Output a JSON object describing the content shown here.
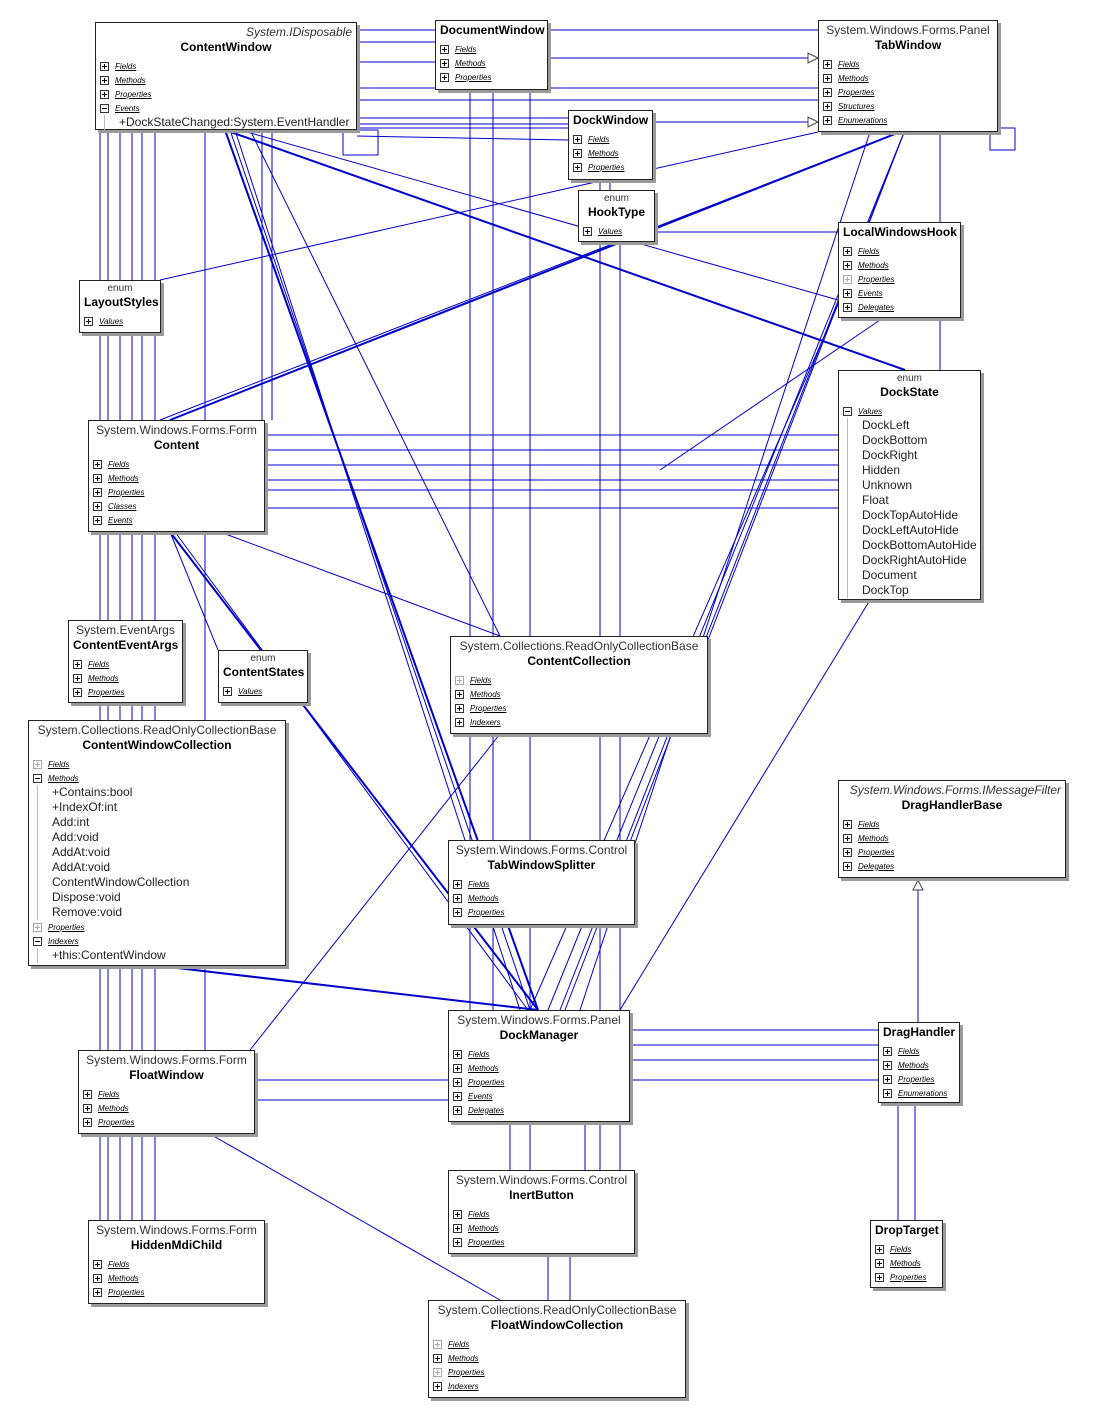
{
  "colors": {
    "wire": "#0000cc",
    "box_border": "#222222",
    "shadow": "#9a9a9a"
  },
  "classes": [
    {
      "id": "ContentWindow",
      "stereotype": "System.IDisposable",
      "stereo_italic": true,
      "name": "ContentWindow",
      "sections": [
        {
          "label": "Fields",
          "state": "plus"
        },
        {
          "label": "Methods",
          "state": "plus"
        },
        {
          "label": "Properties",
          "state": "plus"
        },
        {
          "label": "Events",
          "state": "minus",
          "members": [
            "+DockStateChanged:System.EventHandler"
          ]
        }
      ]
    },
    {
      "id": "DocumentWindow",
      "name": "DocumentWindow",
      "sections": [
        {
          "label": "Fields",
          "state": "plus"
        },
        {
          "label": "Methods",
          "state": "plus"
        },
        {
          "label": "Properties",
          "state": "plus"
        }
      ]
    },
    {
      "id": "TabWindow",
      "stereotype": "System.Windows.Forms.Panel",
      "name": "TabWindow",
      "sections": [
        {
          "label": "Fields",
          "state": "plus"
        },
        {
          "label": "Methods",
          "state": "plus"
        },
        {
          "label": "Properties",
          "state": "plus"
        },
        {
          "label": "Structures",
          "state": "plus"
        },
        {
          "label": "Enumerations",
          "state": "plus"
        }
      ]
    },
    {
      "id": "DockWindow",
      "name": "DockWindow",
      "sections": [
        {
          "label": "Fields",
          "state": "plus"
        },
        {
          "label": "Methods",
          "state": "plus"
        },
        {
          "label": "Properties",
          "state": "plus"
        }
      ]
    },
    {
      "id": "HookType",
      "stereotype": "enum",
      "enum": true,
      "name": "HookType",
      "sections": [
        {
          "label": "Values",
          "state": "plus"
        }
      ]
    },
    {
      "id": "LayoutStyles",
      "stereotype": "enum",
      "enum": true,
      "name": "LayoutStyles",
      "sections": [
        {
          "label": "Values",
          "state": "plus"
        }
      ]
    },
    {
      "id": "LocalWindowsHook",
      "name": "LocalWindowsHook",
      "sections": [
        {
          "label": "Fields",
          "state": "plus"
        },
        {
          "label": "Methods",
          "state": "plus"
        },
        {
          "label": "Properties",
          "state": "grey"
        },
        {
          "label": "Events",
          "state": "plus"
        },
        {
          "label": "Delegates",
          "state": "plus"
        }
      ]
    },
    {
      "id": "DockState",
      "stereotype": "enum",
      "enum": true,
      "name": "DockState",
      "sections": [
        {
          "label": "Values",
          "state": "minus",
          "members": [
            "DockLeft",
            "DockBottom",
            "DockRight",
            "Hidden",
            "Unknown",
            "Float",
            "DockTopAutoHide",
            "DockLeftAutoHide",
            "DockBottomAutoHide",
            "DockRightAutoHide",
            "Document",
            "DockTop"
          ]
        }
      ]
    },
    {
      "id": "Content",
      "stereotype": "System.Windows.Forms.Form",
      "name": "Content",
      "sections": [
        {
          "label": "Fields",
          "state": "plus"
        },
        {
          "label": "Methods",
          "state": "plus"
        },
        {
          "label": "Properties",
          "state": "plus"
        },
        {
          "label": "Classes",
          "state": "plus"
        },
        {
          "label": "Events",
          "state": "plus"
        }
      ]
    },
    {
      "id": "ContentEventArgs",
      "stereotype": "System.EventArgs",
      "name": "ContentEventArgs",
      "sections": [
        {
          "label": "Fields",
          "state": "plus"
        },
        {
          "label": "Methods",
          "state": "plus"
        },
        {
          "label": "Properties",
          "state": "plus"
        }
      ]
    },
    {
      "id": "ContentStates",
      "stereotype": "enum",
      "enum": true,
      "name": "ContentStates",
      "sections": [
        {
          "label": "Values",
          "state": "plus"
        }
      ]
    },
    {
      "id": "ContentCollection",
      "stereotype": "System.Collections.ReadOnlyCollectionBase",
      "name": "ContentCollection",
      "sections": [
        {
          "label": "Fields",
          "state": "grey"
        },
        {
          "label": "Methods",
          "state": "plus"
        },
        {
          "label": "Properties",
          "state": "plus"
        },
        {
          "label": "Indexers",
          "state": "plus"
        }
      ]
    },
    {
      "id": "ContentWindowCollection",
      "stereotype": "System.Collections.ReadOnlyCollectionBase",
      "name": "ContentWindowCollection",
      "sections": [
        {
          "label": "Fields",
          "state": "grey"
        },
        {
          "label": "Methods",
          "state": "minus",
          "members": [
            "+Contains:bool",
            "+IndexOf:int",
            "Add:int",
            "Add:void",
            "AddAt:void",
            "AddAt:void",
            "ContentWindowCollection",
            "Dispose:void",
            "Remove:void"
          ]
        },
        {
          "label": "Properties",
          "state": "grey"
        },
        {
          "label": "Indexers",
          "state": "minus",
          "members": [
            "+this:ContentWindow"
          ]
        }
      ]
    },
    {
      "id": "DragHandlerBase",
      "stereotype": "System.Windows.Forms.IMessageFilter",
      "stereo_italic": true,
      "name": "DragHandlerBase",
      "sections": [
        {
          "label": "Fields",
          "state": "plus"
        },
        {
          "label": "Methods",
          "state": "plus"
        },
        {
          "label": "Properties",
          "state": "plus"
        },
        {
          "label": "Delegates",
          "state": "plus"
        }
      ]
    },
    {
      "id": "TabWindowSplitter",
      "stereotype": "System.Windows.Forms.Control",
      "name": "TabWindowSplitter",
      "sections": [
        {
          "label": "Fields",
          "state": "plus"
        },
        {
          "label": "Methods",
          "state": "plus"
        },
        {
          "label": "Properties",
          "state": "plus"
        }
      ]
    },
    {
      "id": "DockManager",
      "stereotype": "System.Windows.Forms.Panel",
      "name": "DockManager",
      "sections": [
        {
          "label": "Fields",
          "state": "plus"
        },
        {
          "label": "Methods",
          "state": "plus"
        },
        {
          "label": "Properties",
          "state": "plus"
        },
        {
          "label": "Events",
          "state": "plus"
        },
        {
          "label": "Delegates",
          "state": "plus"
        }
      ]
    },
    {
      "id": "FloatWindow",
      "stereotype": "System.Windows.Forms.Form",
      "name": "FloatWindow",
      "sections": [
        {
          "label": "Fields",
          "state": "plus"
        },
        {
          "label": "Methods",
          "state": "plus"
        },
        {
          "label": "Properties",
          "state": "plus"
        }
      ]
    },
    {
      "id": "DragHandler",
      "name": "DragHandler",
      "sections": [
        {
          "label": "Fields",
          "state": "plus"
        },
        {
          "label": "Methods",
          "state": "plus"
        },
        {
          "label": "Properties",
          "state": "plus"
        },
        {
          "label": "Enumerations",
          "state": "plus"
        }
      ]
    },
    {
      "id": "InertButton",
      "stereotype": "System.Windows.Forms.Control",
      "name": "InertButton",
      "sections": [
        {
          "label": "Fields",
          "state": "plus"
        },
        {
          "label": "Methods",
          "state": "plus"
        },
        {
          "label": "Properties",
          "state": "plus"
        }
      ]
    },
    {
      "id": "HiddenMdiChild",
      "stereotype": "System.Windows.Forms.Form",
      "name": "HiddenMdiChild",
      "sections": [
        {
          "label": "Fields",
          "state": "plus"
        },
        {
          "label": "Methods",
          "state": "plus"
        },
        {
          "label": "Properties",
          "state": "plus"
        }
      ]
    },
    {
      "id": "DropTarget",
      "name": "DropTarget",
      "sections": [
        {
          "label": "Fields",
          "state": "plus"
        },
        {
          "label": "Methods",
          "state": "plus"
        },
        {
          "label": "Properties",
          "state": "plus"
        }
      ]
    },
    {
      "id": "FloatWindowCollection",
      "stereotype": "System.Collections.ReadOnlyCollectionBase",
      "name": "FloatWindowCollection",
      "sections": [
        {
          "label": "Fields",
          "state": "grey"
        },
        {
          "label": "Methods",
          "state": "plus"
        },
        {
          "label": "Properties",
          "state": "grey"
        },
        {
          "label": "Indexers",
          "state": "plus"
        }
      ]
    }
  ]
}
